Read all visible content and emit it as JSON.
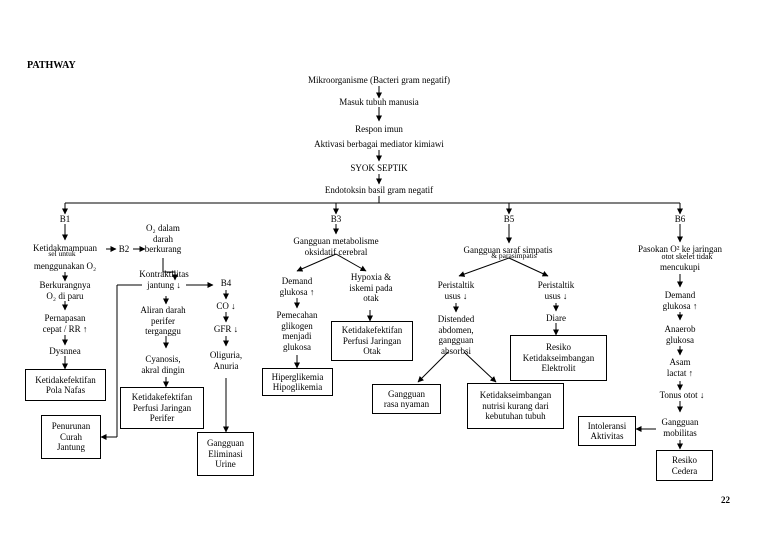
{
  "heading": "PATHWAY",
  "page_number": "22",
  "colors": {
    "line": "#000000",
    "text": "#000000",
    "background": "#ffffff"
  },
  "trunk": {
    "mikroorganisme": "Mikroorganisme (Bacteri gram negatif)",
    "masuk": "Masuk tubuh manusia",
    "respon": "Respon imun",
    "aktivasi": "Aktivasi berbagai mediator kimiawi",
    "syok": "SYOK SEPTIK",
    "endotoksin": "Endotoksin basil gram negatif"
  },
  "b1": {
    "label": "B1",
    "ketidakmampuan_a": "Ketidakmampuan",
    "ketidakmampuan_b": "sel untuk",
    "menggunakan": "menggunakan O₂",
    "berkurangnya": "Berkurangnya\nO₂ di paru",
    "pernapasan": "Pernapasan\ncepat / RR ↑",
    "dysnea": "Dysnnea",
    "diagnosis": "Ketidakefektifan\nPola Nafas"
  },
  "b2": {
    "label": "B2",
    "o2_darah": "O₂ dalam\ndarah\nberkurang",
    "kontraktilitas": "Kontraktilitas\njantung ↓",
    "aliran": "Aliran darah\nperifer\nterganggu",
    "cyanosis": "Cyanosis,\nakral dingin",
    "diagnosis_perifer": "Ketidakefektifan\nPerfusi Jaringan\nPerifer",
    "penurunan": "Penurunan\nCurah\nJantung"
  },
  "b4": {
    "label": "B4",
    "co": "CO ↓",
    "gfr": "GFR ↓",
    "oliguria": "Oliguria,\nAnuria",
    "diagnosis": "Gangguan\nEliminasi\nUrine"
  },
  "b3": {
    "label": "B3",
    "gangguan_metabolisme": "Gangguan metabolisme\noksidatif cerebral",
    "demand": "Demand\nglukosa ↑",
    "pemecahan": "Pemecahan\nglikogen\nmenjadi\nglukosa",
    "hypoxia": "Hypoxia &\niskemi pada\notak",
    "diagnosis_otak": "Ketidakefektifan\nPerfusi Jaringan\nOtak",
    "diagnosis_glikemia": "Hiperglikemia\nHipoglikemia"
  },
  "b5": {
    "label": "B5",
    "gangguan_saraf_a": "Gangguan saraf simpatis",
    "gangguan_saraf_b": "& parasimpatis",
    "peristaltik_1": "Peristaltik\nusus ↓",
    "distended": "Distended\nabdomen,\ngangguan\nabsorbsi",
    "peristaltik_2": "Peristaltik\nusus ↓",
    "diare": "Diare",
    "diagnosis_elektrolit": "Resiko\nKetidakseimbangan\nElektrolit",
    "diagnosis_nyaman": "Gangguan\nrasa nyaman",
    "diagnosis_nutrisi": "Ketidakseimbangan\nnutrisi kurang dari\nkebutuhan tubuh"
  },
  "b6": {
    "label": "B6",
    "pasokan_a": "Pasokan O² ke jaringan",
    "pasokan_b": "otot skelet tidak",
    "pasokan_c": "mencukupi",
    "demand": "Demand\nglukosa ↑",
    "anaerob": "Anaerob\nglukosa",
    "asam": "Asam\nlactat ↑",
    "tonus": "Tonus otot ↓",
    "gangguan_mobilitas": "Gangguan\nmobilitas",
    "diagnosis_intoleransi": "Intoleransi\nAktivitas",
    "diagnosis_cedera": "Resiko\nCedera"
  }
}
